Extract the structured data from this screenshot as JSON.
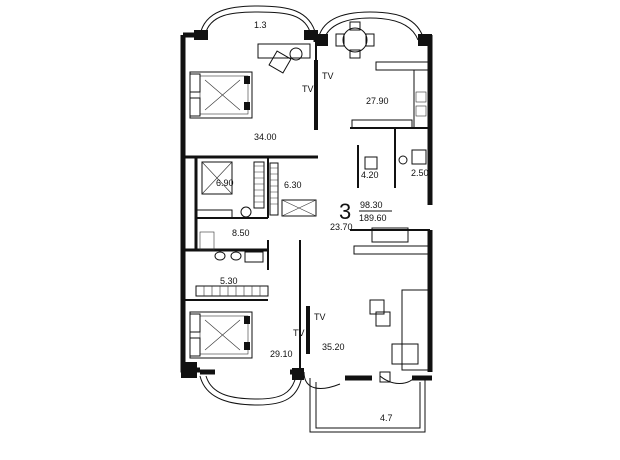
{
  "unit_number": "3",
  "area_living": "98.30",
  "area_total": "189.60",
  "rooms": [
    {
      "id": "bay-top",
      "area": "1.3"
    },
    {
      "id": "bedroom-top",
      "area": "34.00"
    },
    {
      "id": "kitchen",
      "area": "27.90"
    },
    {
      "id": "wardrobe-a",
      "area": "6.90"
    },
    {
      "id": "wardrobe-b",
      "area": "6.30"
    },
    {
      "id": "wc",
      "area": "4.20"
    },
    {
      "id": "shower",
      "area": "2.50"
    },
    {
      "id": "hall",
      "area": "23.70"
    },
    {
      "id": "bathroom",
      "area": "8.50"
    },
    {
      "id": "dressing",
      "area": "5.30"
    },
    {
      "id": "bedroom-bottom",
      "area": "29.10"
    },
    {
      "id": "living",
      "area": "35.20"
    },
    {
      "id": "balcony",
      "area": "4.7"
    }
  ],
  "tv_label": "TV"
}
